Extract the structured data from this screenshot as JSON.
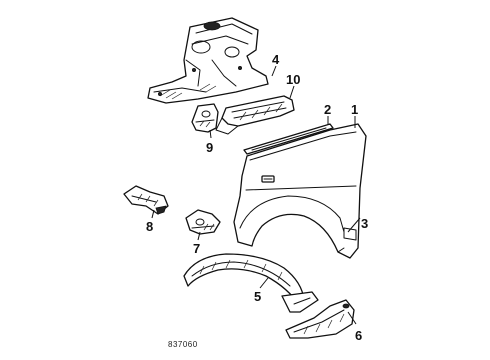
{
  "callouts": {
    "c1": "1",
    "c2": "2",
    "c3": "3",
    "c4": "4",
    "c5": "5",
    "c6": "6",
    "c7": "7",
    "c8": "8",
    "c9": "9",
    "c10": "10"
  },
  "diagram_code": "837060"
}
